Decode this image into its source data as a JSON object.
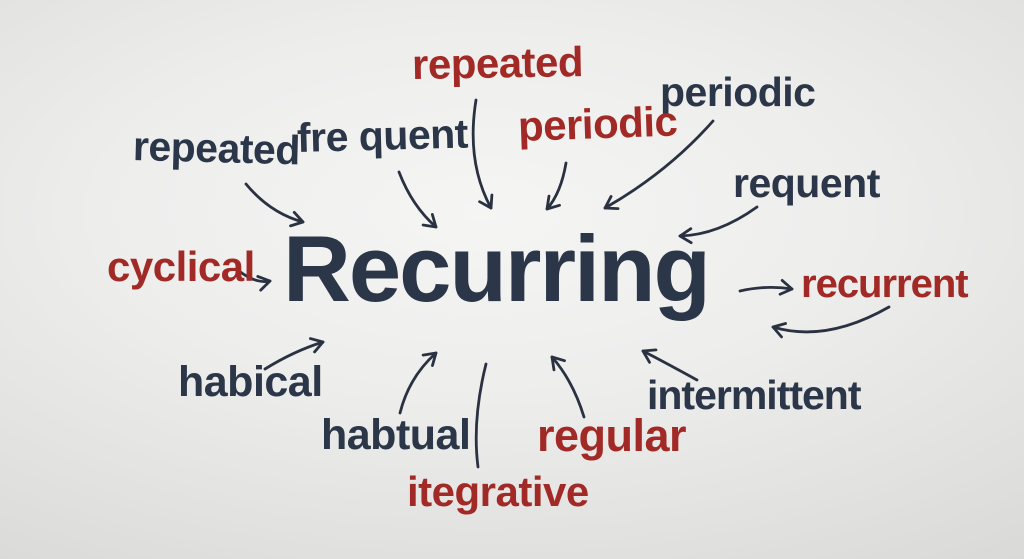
{
  "colors": {
    "dark": "#2b3648",
    "red": "#a22a26",
    "arrow": "#2a3140"
  },
  "diagram": {
    "center_word": {
      "text": "Recurring",
      "color": "dark"
    },
    "synonyms": [
      {
        "text": "repeated",
        "color": "dark"
      },
      {
        "text": "fre quent",
        "color": "dark"
      },
      {
        "text": "repeated",
        "color": "red"
      },
      {
        "text": "periodic",
        "color": "dark"
      },
      {
        "text": "periodic",
        "color": "red"
      },
      {
        "text": "requent",
        "color": "dark"
      },
      {
        "text": "cyclical",
        "color": "red"
      },
      {
        "text": "recurrent",
        "color": "red"
      },
      {
        "text": "habical",
        "color": "dark"
      },
      {
        "text": "habtual",
        "color": "dark"
      },
      {
        "text": "regular",
        "color": "red"
      },
      {
        "text": "itegrative",
        "color": "red"
      },
      {
        "text": "intermittent",
        "color": "dark"
      }
    ]
  }
}
